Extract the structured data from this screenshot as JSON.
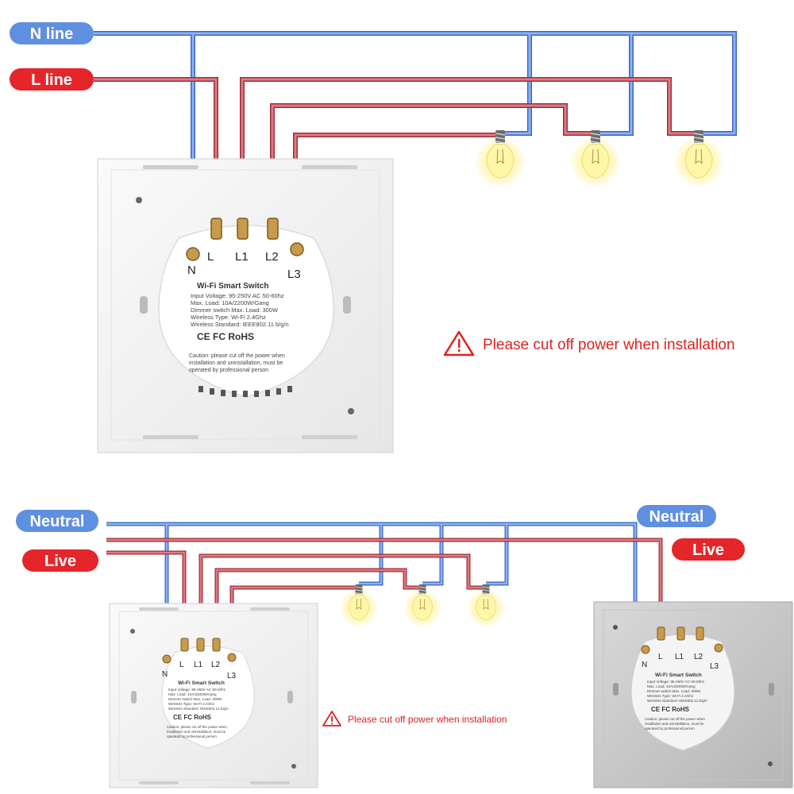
{
  "colors": {
    "neutral": "#5f8fe0",
    "live": "#c8505a",
    "warning": "#e02020",
    "bulb_glow": "#fff4a0",
    "plate": "#f3f3f3"
  },
  "top": {
    "n_tag": "N line",
    "l_tag": "L line",
    "terminals": [
      "N",
      "L",
      "L1",
      "L2",
      "L3"
    ],
    "label": {
      "title": "Wi-Fi Smart Switch",
      "specs": [
        "Input Voltage: 95-250V AC 50-60hz",
        "Max. Load: 10A/2200W/Gang",
        "Dimmer switch Max. Load: 300W",
        "Wireless Type: Wi-Fi 2.4Ghz",
        "Wireless Standard: IEEE802.11 b/g/n"
      ],
      "marks": "CE FC RoHS",
      "caution": [
        "Caution: please cut off the power when",
        "installation and uninstallation, must be",
        "operated by professional person"
      ]
    },
    "warning": "Please cut off power when installation"
  },
  "bottom": {
    "neutral_tag": "Neutral",
    "live_tag": "Live",
    "neutral_tag_right": "Neutral",
    "live_tag_right": "Live",
    "terminals": [
      "N",
      "L",
      "L1",
      "L2",
      "L3"
    ],
    "label": {
      "title": "Wi-Fi Smart Switch",
      "specs": [
        "Input Voltage: 95-250V AC 50-60hz",
        "Max. Load: 10A/2200W/Gang",
        "Dimmer switch Max. Load: 300W",
        "Wireless Type: Wi-Fi 2.4Ghz",
        "Wireless Standard: IEEE802.11 b/g/n"
      ],
      "marks": "CE FC RoHS",
      "caution": [
        "Caution: please cut off the power when",
        "installation and uninstallation, must be",
        "operated by professional person"
      ]
    },
    "warning": "Please cut off power when installation"
  }
}
